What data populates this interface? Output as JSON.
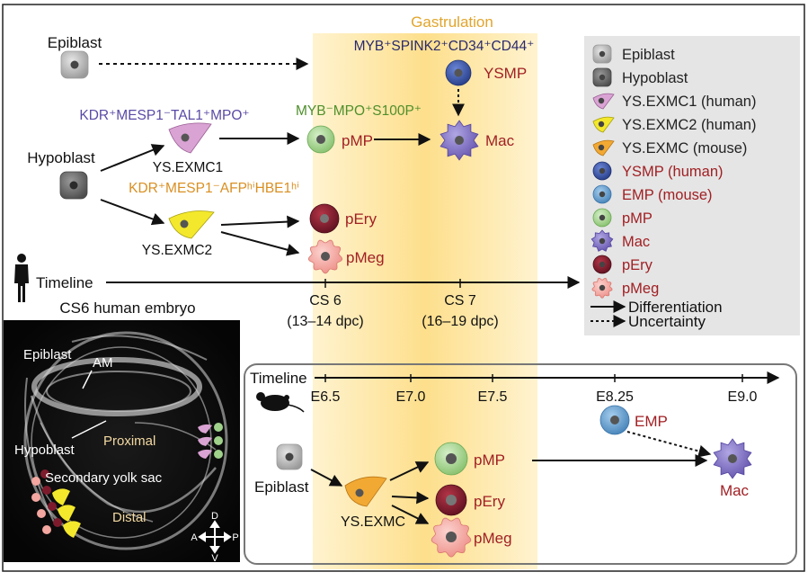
{
  "colors": {
    "gastrulation_band": "#fde6a6",
    "gastrulation_text": "#e1a52c",
    "purple_text": "#5b4aa6",
    "green_text": "#4f8f2c",
    "orange_text": "#d98f22",
    "navy_text": "#2a2a6e",
    "red_text": "#a12024",
    "legend_bg": "#e5e5e5",
    "epiblast": "#b8b8b8",
    "hypoblast": "#7a7a7a",
    "exmc1": "#d9a3d3",
    "exmc2": "#f3e82b",
    "exmc_mouse": "#f2a933",
    "ysmp": "#3b57a8",
    "emp": "#5d9cd0",
    "pmp": "#9fd18b",
    "mac": "#7c6bbf",
    "pery": "#7d1b2c",
    "pmeg": "#f4a6a0"
  },
  "gastrulation_label": "Gastrulation",
  "human": {
    "epiblast_label": "Epiblast",
    "hypoblast_label": "Hypoblast",
    "ysmp_marker": "MYB⁺SPINK2⁺CD34⁺CD44⁺",
    "ysmp_label": "YSMP",
    "exmc1_marker": "KDR⁺MESP1⁻TAL1⁺MPO⁺",
    "exmc1_label": "YS.EXMC1",
    "pmp_marker": "MYB⁻MPO⁺S100P⁺",
    "pmp_label": "pMP",
    "mac_label": "Mac",
    "exmc2_marker": "KDR⁺MESP1⁻AFPʰⁱHBE1ʰⁱ",
    "exmc2_label": "YS.EXMC2",
    "pery_label": "pEry",
    "pmeg_label": "pMeg",
    "timeline_label": "Timeline",
    "cs6_label": "CS 6",
    "cs6_dpc": "(13–14 dpc)",
    "cs7_label": "CS 7",
    "cs7_dpc": "(16–19 dpc)"
  },
  "legend": [
    {
      "label": "Epiblast",
      "color": "#222222"
    },
    {
      "label": "Hypoblast",
      "color": "#222222"
    },
    {
      "label": "YS.EXMC1 (human)",
      "color": "#222222"
    },
    {
      "label": "YS.EXMC2 (human)",
      "color": "#222222"
    },
    {
      "label": "YS.EXMC (mouse)",
      "color": "#222222"
    },
    {
      "label": "YSMP (human)",
      "color": "#a12024"
    },
    {
      "label": "EMP (mouse)",
      "color": "#a12024"
    },
    {
      "label": "pMP",
      "color": "#a12024"
    },
    {
      "label": "Mac",
      "color": "#a12024"
    },
    {
      "label": "pEry",
      "color": "#a12024"
    },
    {
      "label": "pMeg",
      "color": "#a12024"
    }
  ],
  "legend_keys": {
    "differentiation": "Differentiation",
    "uncertainty": "Uncertainty"
  },
  "embryo": {
    "title": "CS6 human embryo",
    "epiblast_label": "Epiblast",
    "am_label": "AM",
    "hypoblast_label": "Hypoblast",
    "proximal_label": "Proximal",
    "secondary_label": "Secondary yolk sac",
    "distal_label": "Distal",
    "axis_d": "D",
    "axis_a": "A",
    "axis_p": "P",
    "axis_v": "V"
  },
  "mouse": {
    "timeline_label": "Timeline",
    "ticks": [
      "E6.5",
      "E7.0",
      "E7.5",
      "E8.25",
      "E9.0"
    ],
    "emp_label": "EMP",
    "mac_label": "Mac",
    "epiblast_label": "Epiblast",
    "exmc_label": "YS.EXMC",
    "pmp_label": "pMP",
    "pery_label": "pEry",
    "pmeg_label": "pMeg"
  }
}
